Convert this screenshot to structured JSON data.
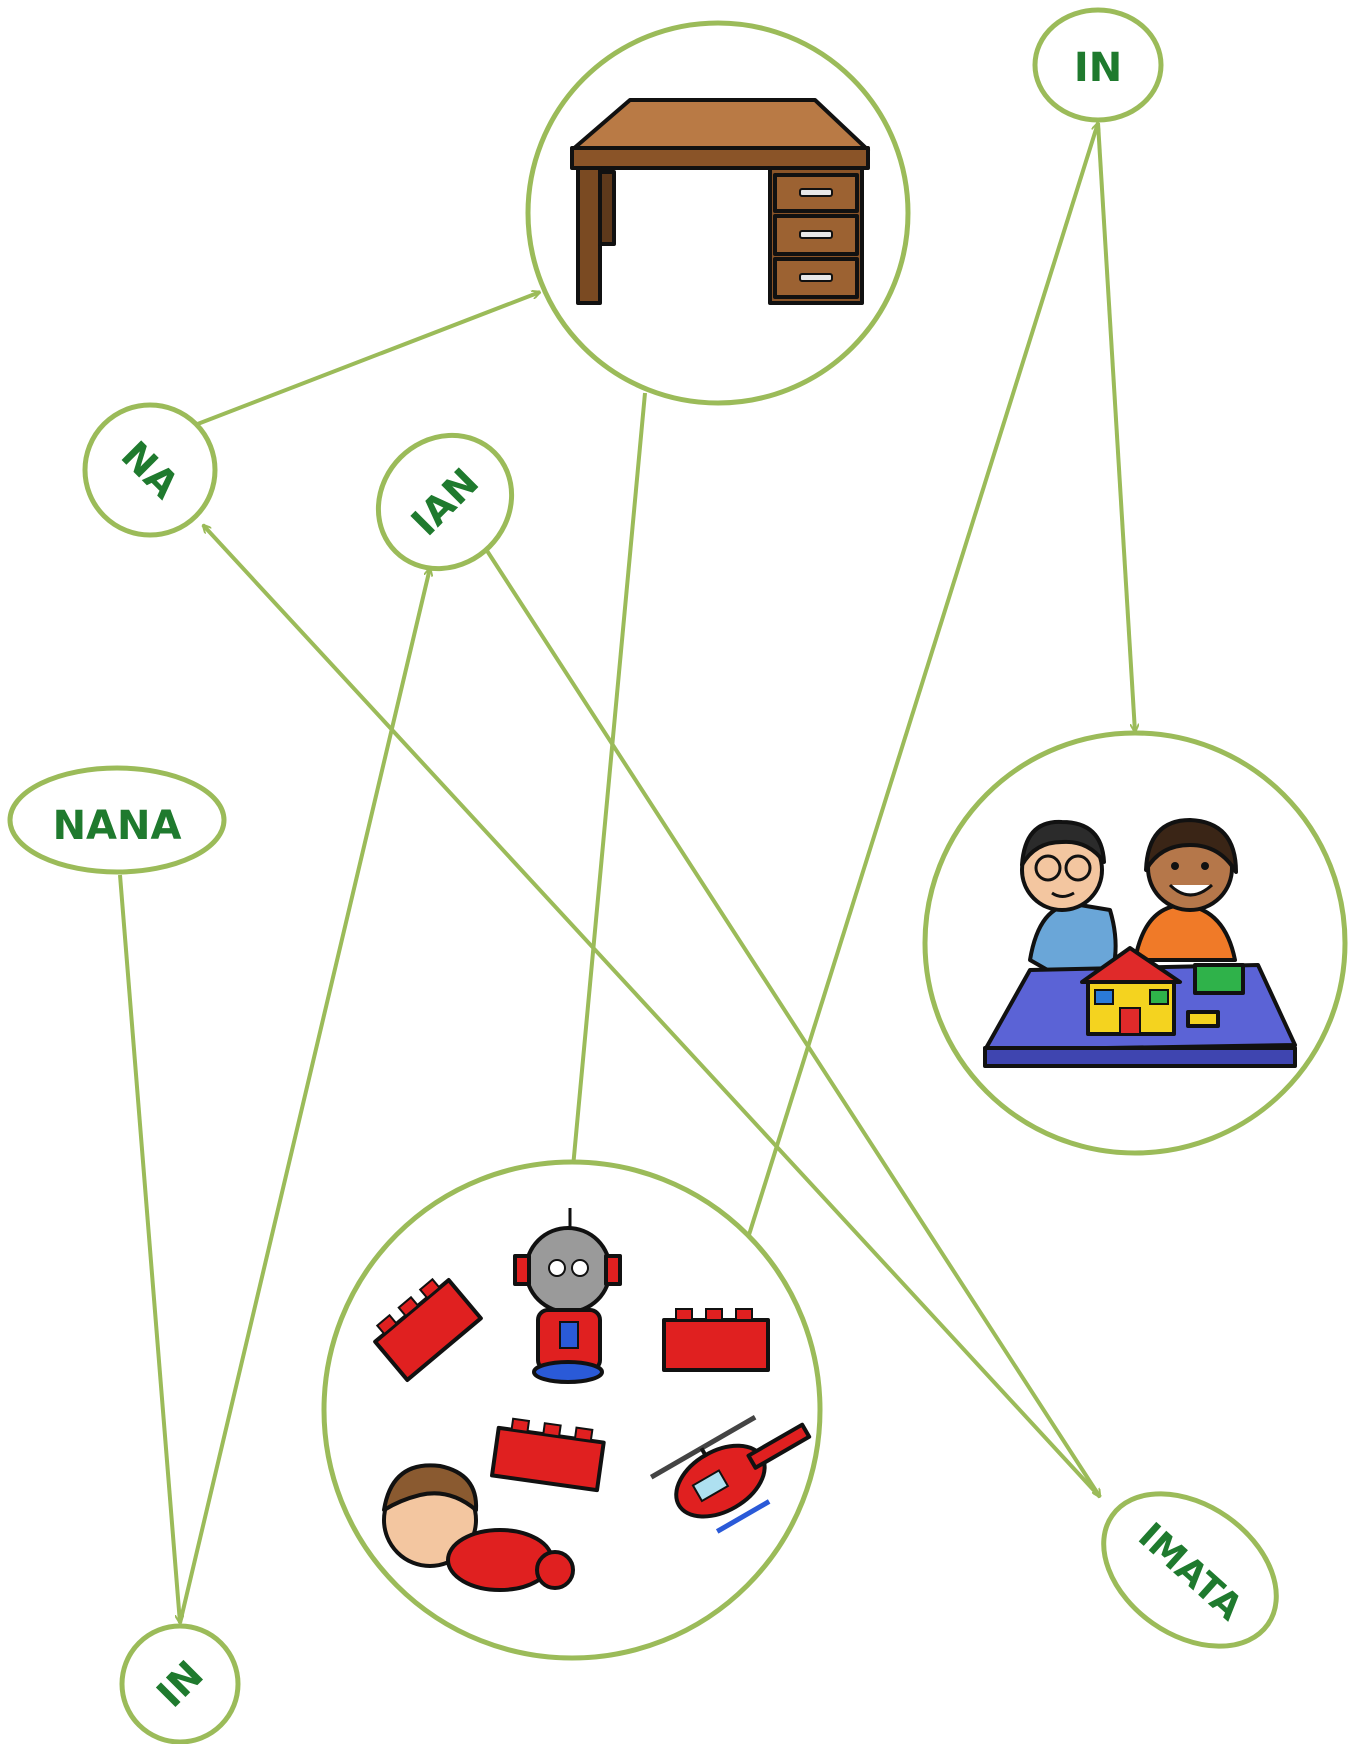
{
  "nodes": {
    "na": {
      "text": "NA"
    },
    "ian": {
      "text": "IAN"
    },
    "in_top": {
      "text": "IN"
    },
    "nana": {
      "text": "NANA"
    },
    "in_bottom": {
      "text": "IN"
    },
    "imata": {
      "text": "IMATA"
    }
  },
  "pictures": {
    "desk": "desk-illustration",
    "children": "children-building-blocks-illustration",
    "toys": "toys-illustration"
  },
  "colors": {
    "ring": "#9bbb59",
    "word": "#1f7a2e"
  }
}
